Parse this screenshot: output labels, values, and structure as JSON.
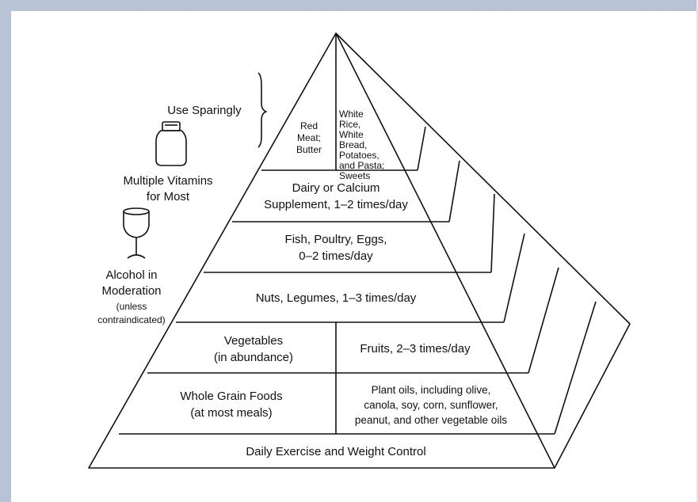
{
  "labels": {
    "use_sparingly": "Use Sparingly",
    "vitamins_1": "Multiple Vitamins",
    "vitamins_2": "for Most",
    "alcohol_1": "Alcohol in",
    "alcohol_2": "Moderation",
    "alcohol_3": "(unless",
    "alcohol_4": "contraindicated)"
  },
  "tiers": {
    "top_left": [
      "Red",
      "Meat;",
      "Butter"
    ],
    "top_right": [
      "White",
      "Rice,",
      "White",
      "Bread,",
      "Potatoes,",
      "and Pasta;",
      "Sweets"
    ],
    "dairy": [
      "Dairy or Calcium",
      "Supplement, 1–2 times/day"
    ],
    "fish": [
      "Fish, Poultry, Eggs,",
      "0–2 times/day"
    ],
    "nuts": [
      "Nuts, Legumes, 1–3 times/day"
    ],
    "vegetables": [
      "Vegetables",
      "(in abundance)"
    ],
    "fruits": [
      "Fruits, 2–3 times/day"
    ],
    "grains": [
      "Whole Grain Foods",
      "(at most meals)"
    ],
    "oils": [
      "Plant oils, including olive,",
      "canola, soy, corn, sunflower,",
      "peanut, and other vegetable oils"
    ],
    "base": [
      "Daily Exercise and Weight Control"
    ]
  },
  "colors": {
    "frame": "#b8c4d6",
    "ink": "#111111"
  }
}
